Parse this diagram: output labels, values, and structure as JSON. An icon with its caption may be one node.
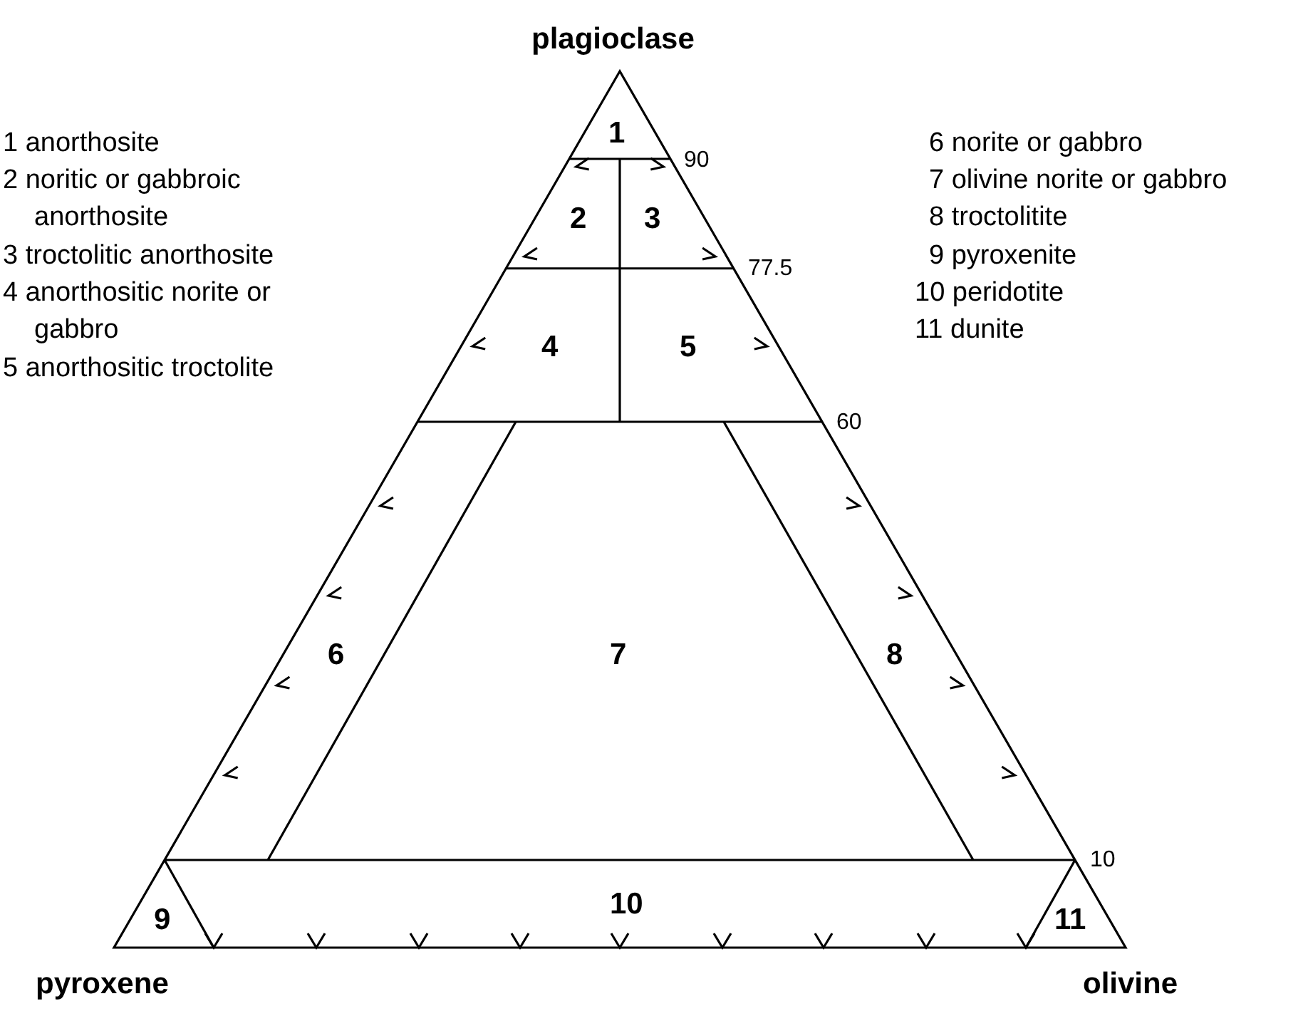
{
  "diagram": {
    "labels": [
      "plagioclase",
      "1 anorthosite",
      "2 noritic or gabbroic anorthosite",
      "3 troctolitic anorthosite",
      "4 anorthositic norite or gabbro",
      "5 anorthositic troctolite",
      "6 norite or gabbro",
      "7 olivine norite or gabbro",
      "8 troctolitite",
      "9 pyroxenite",
      "10 peridotite",
      "11 dunite",
      "1",
      "90",
      "2",
      "3",
      "77.5",
      "4",
      "5",
      "60",
      "6",
      "7",
      "8",
      "10",
      "9",
      "10",
      "11",
      "pyroxene",
      "olivine"
    ]
  }
}
